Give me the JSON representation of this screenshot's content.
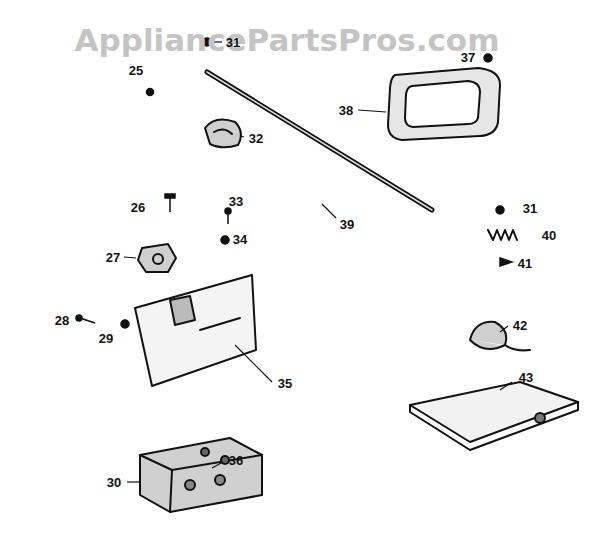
{
  "diagram": {
    "labels": [
      "AppliancePartsPros.com",
      "25",
      "31",
      "37",
      "32",
      "38",
      "26",
      "33",
      "39",
      "31",
      "40",
      "27",
      "34",
      "41",
      "28",
      "29",
      "42",
      "35",
      "43",
      "30",
      "36"
    ]
  }
}
